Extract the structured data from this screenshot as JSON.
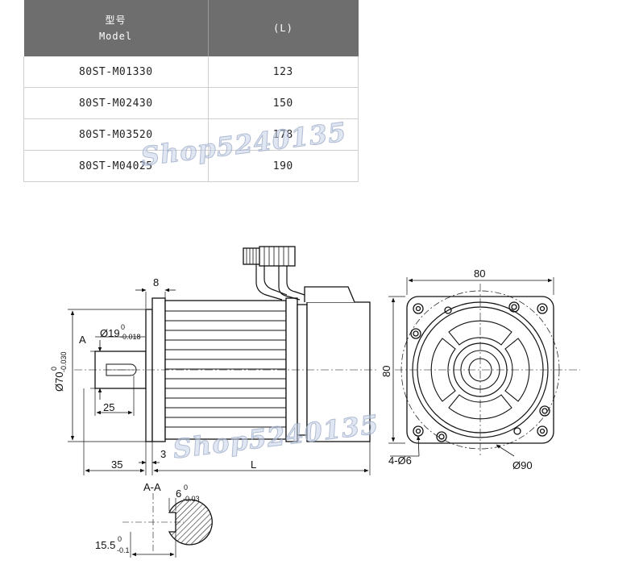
{
  "table": {
    "header": {
      "model_cn": "型号",
      "model_en": "Model",
      "length": "(L)"
    },
    "rows": [
      {
        "model": "80ST-M01330",
        "length": "123"
      },
      {
        "model": "80ST-M02430",
        "length": "150"
      },
      {
        "model": "80ST-M03520",
        "length": "178"
      },
      {
        "model": "80ST-M04025",
        "length": "190"
      }
    ]
  },
  "drawing": {
    "side_view": {
      "flange_thickness": "8",
      "section_mark": "A",
      "shaft_diameter": "Ø19",
      "shaft_tol_upper": "0",
      "shaft_tol_lower": "-0.018",
      "spigot_diameter": "Ø70",
      "spigot_tol_upper": "0",
      "spigot_tol_lower": "-0.030",
      "key_length": "25",
      "shaft_length": "35",
      "spigot_depth": "3",
      "body_length": "L"
    },
    "front_view": {
      "width": "80",
      "height": "80",
      "holes": "4-Ø6",
      "pcd": "Ø90"
    },
    "section_view": {
      "title": "A-A",
      "key_width": "6",
      "key_tol_upper": "0",
      "key_tol_lower": "-0.03",
      "key_depth": "15.5",
      "depth_tol_upper": "0",
      "depth_tol_lower": "-0.1"
    }
  },
  "watermark": "Shop5240135"
}
